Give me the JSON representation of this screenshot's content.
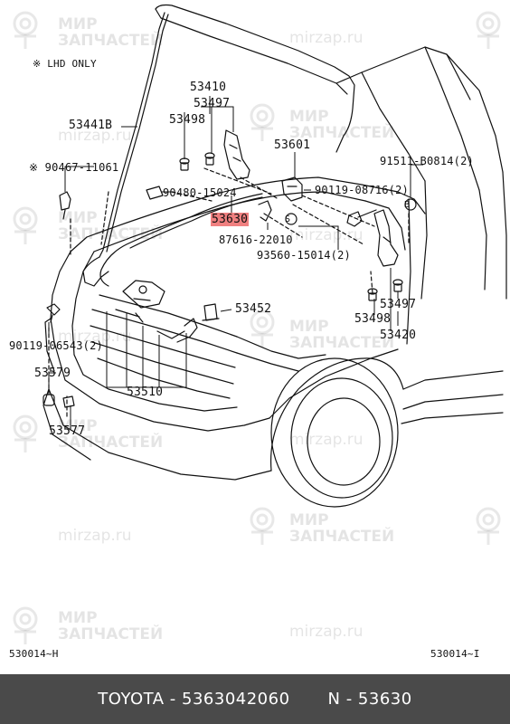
{
  "diagram": {
    "note": "※ LHD ONLY",
    "labels": {
      "p53410": "53410",
      "p53497_top": "53497",
      "p53498_top": "53498",
      "p53441b": "53441B",
      "p53601": "53601",
      "p91511": "91511-B0814(2)",
      "p90467": "※ 90467-11061",
      "p90480": "90480-15024",
      "p90119_08716": "90119-08716(2)",
      "p53630": "53630",
      "p87616": "87616-22010",
      "p93560": "93560-15014(2)",
      "p53452": "53452",
      "p53497_bottom": "53497",
      "p53498_bottom": "53498",
      "p53420": "53420",
      "p90119_06543": "90119-06543(2)",
      "p53579": "53579",
      "p53510": "53510",
      "p53577": "53577"
    },
    "circle_marks": {
      "s": "S",
      "b": "B"
    },
    "corner_left": "530014~H",
    "corner_right": "530014~I",
    "highlight_color": "#f08080"
  },
  "watermark": {
    "line1": "МИР",
    "line2": "ЗАПЧАСТЕЙ",
    "url": "mirzap.ru"
  },
  "footer": {
    "brand": "TOYOTA - 5363042060",
    "part_ref": "N - 53630",
    "background": "#4a4a4a"
  }
}
